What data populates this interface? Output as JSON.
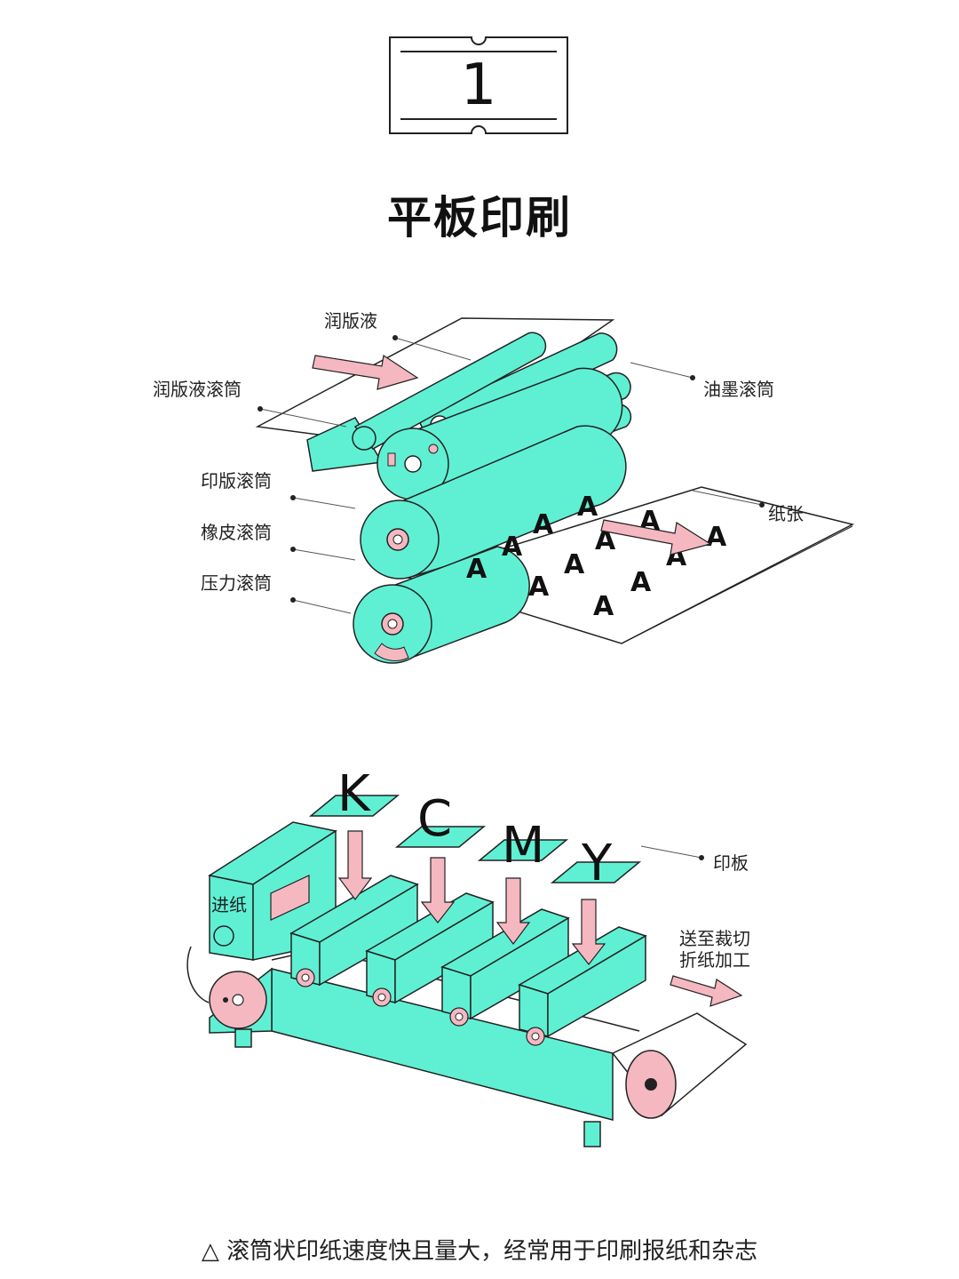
{
  "step_number": "1",
  "title": "平板印刷",
  "top_diagram": {
    "labels": {
      "dampening_solution": "润版液",
      "dampening_roller": "润版液滚筒",
      "ink_roller": "油墨滚筒",
      "plate_cylinder": "印版滚筒",
      "blanket_cylinder": "橡皮滚筒",
      "impression_cylinder": "压力滚筒",
      "paper": "纸张"
    },
    "printed_letter": "A"
  },
  "bottom_diagram": {
    "plates": [
      "K",
      "C",
      "M",
      "Y"
    ],
    "labels": {
      "plate": "印板",
      "paper_feed": "进纸",
      "output_line1": "送至裁切",
      "output_line2": "折纸加工"
    }
  },
  "caption": "△ 滚筒状印纸速度快且量大，经常用于印刷报纸和杂志",
  "colors": {
    "mint": "#5ff0d4",
    "pink": "#f5b8c0",
    "outline": "#222222"
  }
}
